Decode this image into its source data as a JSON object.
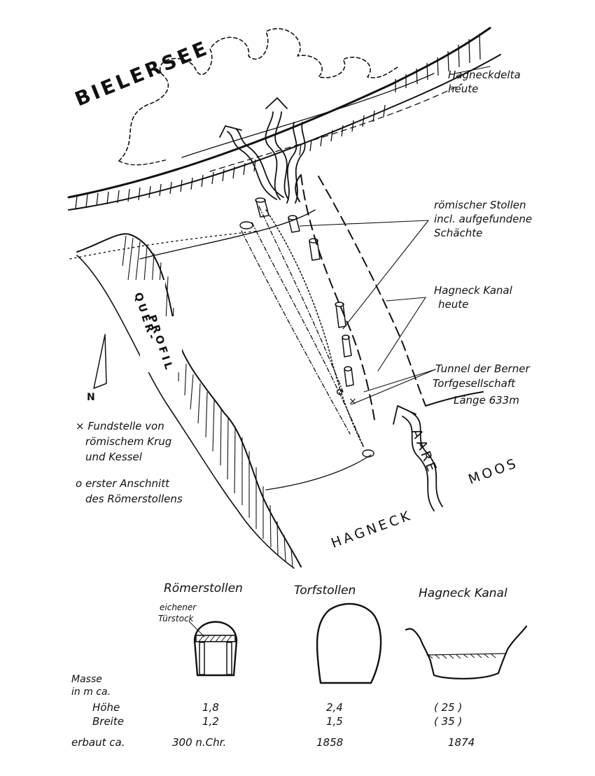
{
  "map": {
    "lake_name": "BIELERSEE",
    "label_delta": [
      "Hagneckdelta",
      "heute"
    ],
    "label_roman_tunnel": [
      "römischer Stollen",
      "incl. aufgefundene",
      "Schächte"
    ],
    "label_canal": [
      "Hagneck Kanal",
      "heute"
    ],
    "label_peat_tunnel": [
      "Tunnel der Berner",
      "Torfgesellschaft",
      "Länge 633m"
    ],
    "profile_label": [
      "QUER-",
      "PROFIL"
    ],
    "north_label": "N",
    "river_label": "AARE",
    "moos_label": "MOOS",
    "hagneck_label": "HAGNECK",
    "legend_find": [
      "× Fundstelle von",
      "römischem Krug",
      "und Kessel"
    ],
    "legend_cut": [
      "o erster Anschnitt",
      "des Römerstollens"
    ]
  },
  "profiles": {
    "titles": [
      "Römerstollen",
      "Torfstollen",
      "Hagneck Kanal"
    ],
    "door_label": [
      "eichener",
      "Türstock"
    ]
  },
  "table": {
    "header": [
      "Masse",
      "in m ca."
    ],
    "rows": [
      {
        "label": "Höhe",
        "values": [
          "1,8",
          "2,4",
          "( 25 )"
        ]
      },
      {
        "label": "Breite",
        "values": [
          "1,2",
          "1,5",
          "( 35 )"
        ]
      },
      {
        "label": "erbaut ca.",
        "values": [
          "300 n.Chr.",
          "1858",
          "1874"
        ]
      }
    ]
  }
}
